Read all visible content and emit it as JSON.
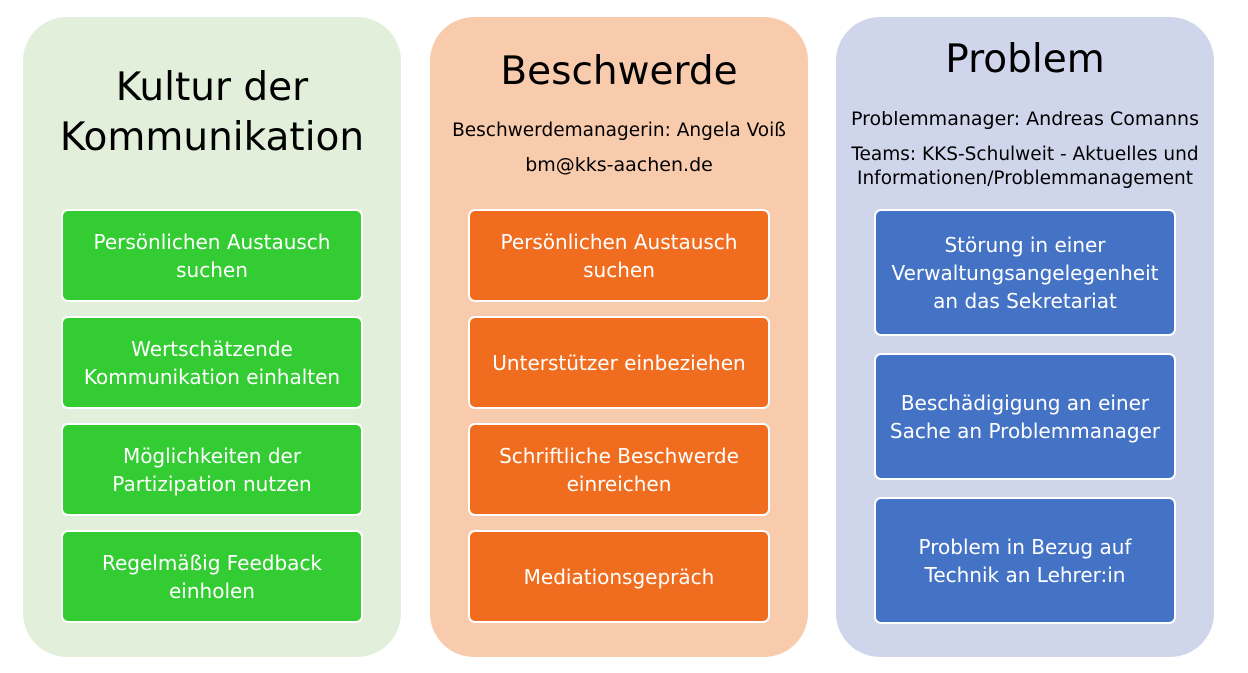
{
  "columns": {
    "kultur": {
      "title_line1": "Kultur der",
      "title_line2": "Kommunikation",
      "boxes": [
        "Persönlichen Austausch suchen",
        "Wertschätzende Kommunikation einhalten",
        "Möglichkeiten der Partizipation nutzen",
        "Regelmäßig Feedback einholen"
      ]
    },
    "beschwerde": {
      "title": "Beschwerde",
      "manager": "Beschwerdemanagerin: Angela Voiß",
      "email": "bm@kks-aachen.de",
      "boxes": [
        "Persönlichen Austausch suchen",
        "Unterstützer einbeziehen",
        "Schriftliche Beschwerde einreichen",
        "Mediationsgepräch"
      ]
    },
    "problem": {
      "title": "Problem",
      "manager": "Problemmanager: Andreas Comanns",
      "teams_line1": "Teams: KKS-Schulweit - Aktuelles und",
      "teams_line2": "Informationen/Problemmanagement",
      "boxes": [
        "Störung in einer Verwaltungsangelegenheit an das Sekretariat",
        "Beschädigigung an einer Sache an Problemmanager",
        "Problem in Bezug auf Technik an Lehrer:in"
      ]
    }
  },
  "colors": {
    "kultur_bg": "#e2efda",
    "beschwerde_bg": "#f8cbad",
    "problem_bg": "#cfd5ea",
    "green_box": "#33cc33",
    "orange_box": "#f06c1e",
    "blue_box": "#4472c4"
  }
}
